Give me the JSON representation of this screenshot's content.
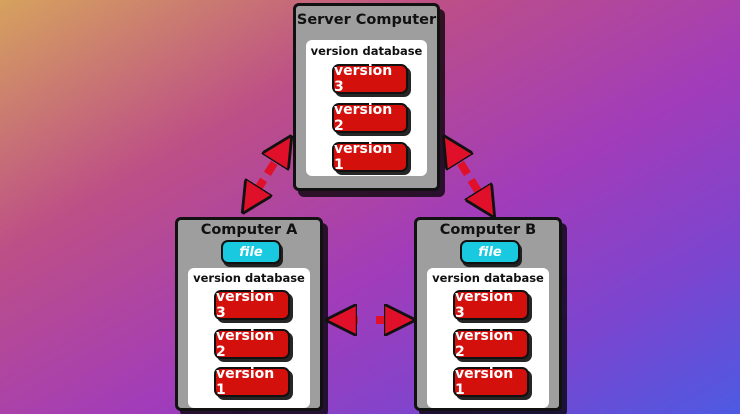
{
  "server": {
    "title": "Server Computer",
    "db_label": "version database",
    "versions": [
      "version 3",
      "version 2",
      "version 1"
    ]
  },
  "computer_a": {
    "title": "Computer A",
    "file_label": "file",
    "db_label": "version database",
    "versions": [
      "version 3",
      "version 2",
      "version 1"
    ]
  },
  "computer_b": {
    "title": "Computer B",
    "file_label": "file",
    "db_label": "version database",
    "versions": [
      "version 3",
      "version 2",
      "version 1"
    ]
  },
  "colors": {
    "version_red": "#d4100d",
    "file_cyan": "#19c9e0",
    "box_gray": "#9e9e9e",
    "arrow_red": "#e0102a"
  }
}
